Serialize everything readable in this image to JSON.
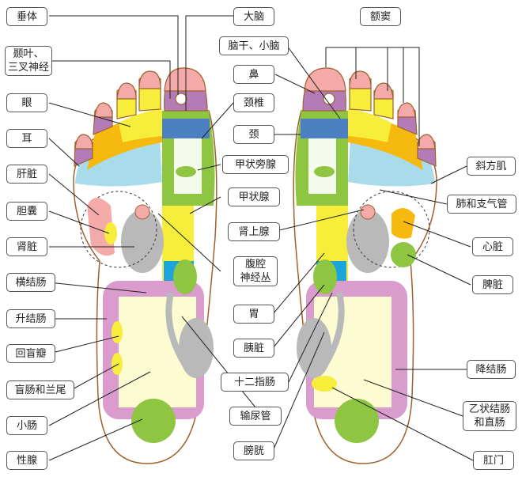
{
  "left_labels": [
    "垂体",
    "颞叶、\n三叉神经",
    "眼",
    "耳",
    "肝脏",
    "胆囊",
    "肾脏",
    "横结肠",
    "升结肠",
    "回盲瓣",
    "盲肠和兰尾",
    "小肠",
    "性腺"
  ],
  "middle_labels": [
    "大脑",
    "脑干、小脑",
    "鼻",
    "颈椎",
    "颈",
    "甲状旁腺",
    "甲状腺",
    "肾上腺",
    "腹腔\n神经丛",
    "胃",
    "胰脏",
    "十二指肠",
    "输尿管",
    "膀胱"
  ],
  "right_labels": [
    "额窦",
    "斜方肌",
    "肺和支气管",
    "心脏",
    "脾脏",
    "降结肠",
    "乙状结肠\n和直肠",
    "肛门"
  ],
  "colors": {
    "outline": "#a0622d",
    "yellow": "#f7ee3c",
    "light_yellow": "#fdfbd2",
    "pink": "#f5aaaa",
    "purple": "#b37cb6",
    "blue": "#4d7fc3",
    "light_blue": "#a9dcea",
    "orange": "#f6b90f",
    "green": "#8fc641",
    "gray": "#b9b9b9",
    "colon": "#d99ccd",
    "cyan": "#1aa5dd"
  }
}
